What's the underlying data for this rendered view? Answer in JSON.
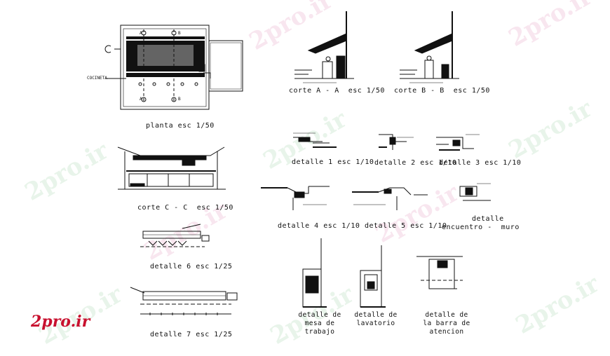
{
  "watermark": {
    "text": "2pro.ir"
  },
  "logo": {
    "text": "2pro.ir",
    "color": "#c8102e"
  },
  "plan": {
    "title": "planta esc 1/50",
    "room_label": "COCINETA",
    "section_a": "A",
    "section_b": "B"
  },
  "drawings": {
    "corte_a": "corte A - A  esc 1/50",
    "corte_b": "corte B - B  esc 1/50",
    "corte_c": "corte C - C  esc 1/50",
    "detalle_1": "detalle 1 esc 1/10",
    "detalle_2": "detalle 2 esc 1/10",
    "detalle_3": "detalle 3 esc 1/10",
    "detalle_4": "detalle 4 esc 1/10",
    "detalle_5": "detalle 5 esc 1/10",
    "detalle_6": "detalle 6 esc 1/25",
    "detalle_7": "detalle 7 esc 1/25",
    "encuentro_1": "detalle",
    "encuentro_2": "encuentro -  muro",
    "mesa": [
      "detalle de",
      "mesa de",
      "trabajo"
    ],
    "lavatorio": [
      "detalle de",
      "lavatorio"
    ],
    "barra": [
      "detalle de",
      "la barra de",
      "atencion"
    ]
  },
  "colors": {
    "ink": "#111111",
    "watermark_green": "#2e9a3a",
    "watermark_pink": "#c2186b"
  }
}
